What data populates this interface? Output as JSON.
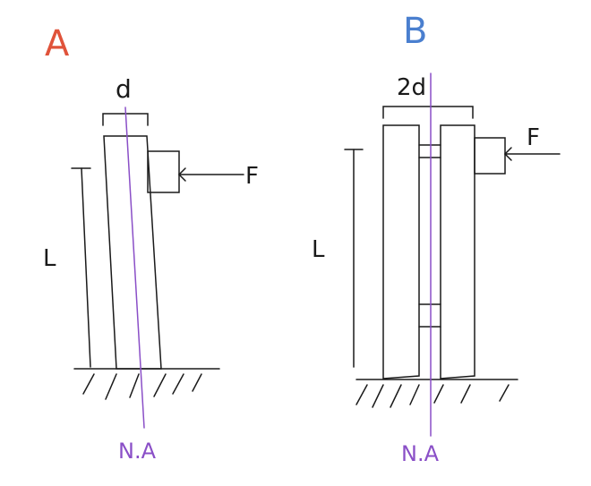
{
  "diagram_a": {
    "title": "A",
    "title_color": "#e0533a",
    "width_label": "d",
    "force_label": "F",
    "length_label": "L",
    "axis_label": "N.A"
  },
  "diagram_b": {
    "title": "B",
    "title_color": "#4a7fcf",
    "width_label": "2d",
    "force_label": "F",
    "length_label": "L",
    "axis_label": "N.A"
  },
  "colors": {
    "ink": "#1a1a1a",
    "neutral_axis": "#8a4fc7"
  }
}
